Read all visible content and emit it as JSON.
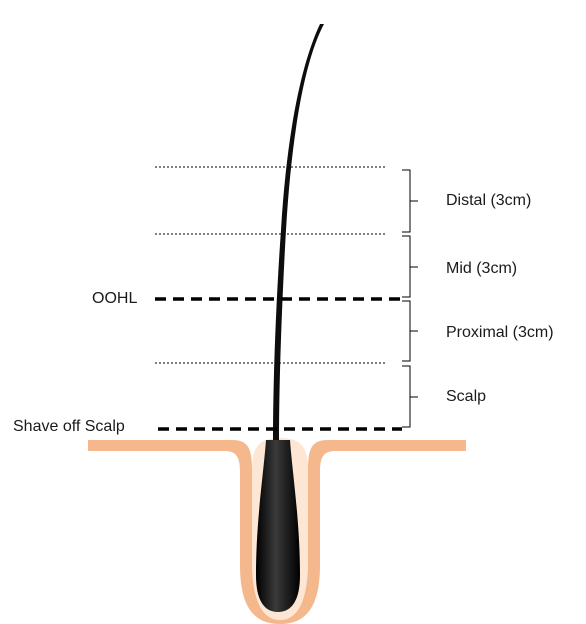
{
  "segments": {
    "distal": "Distal (3cm)",
    "mid": "Mid (3cm)",
    "proximal": "Proximal (3cm)",
    "scalp": "Scalp"
  },
  "markers": {
    "oohl": "OOHL",
    "shave": "Shave off Scalp"
  },
  "colors": {
    "hair": "#0d0d0d",
    "skin": "#f4b88c",
    "follicle_outline": "#e8a77c",
    "line": "#000000"
  }
}
